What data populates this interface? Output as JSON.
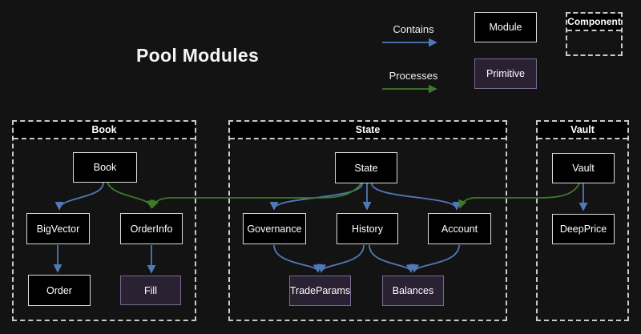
{
  "title": "Pool Modules",
  "legend": {
    "contains": "Contains",
    "processes": "Processes",
    "module": "Module",
    "primitive": "Primitive",
    "component": "Component"
  },
  "containers": {
    "book": {
      "label": "Book"
    },
    "state": {
      "label": "State"
    },
    "vault": {
      "label": "Vault"
    }
  },
  "nodes": {
    "book": "Book",
    "bigvector": "BigVector",
    "orderinfo": "OrderInfo",
    "order": "Order",
    "fill": "Fill",
    "state": "State",
    "governance": "Governance",
    "history": "History",
    "account": "Account",
    "tradeparams": "TradeParams",
    "balances": "Balances",
    "vault": "Vault",
    "deepprice": "DeepPrice"
  },
  "edges": {
    "contains": [
      {
        "from": "Book",
        "to": "BigVector"
      },
      {
        "from": "BigVector",
        "to": "Order"
      },
      {
        "from": "OrderInfo",
        "to": "Fill"
      },
      {
        "from": "State",
        "to": "Governance"
      },
      {
        "from": "State",
        "to": "History"
      },
      {
        "from": "State",
        "to": "Account"
      },
      {
        "from": "Governance",
        "to": "TradeParams"
      },
      {
        "from": "History",
        "to": "TradeParams"
      },
      {
        "from": "History",
        "to": "Balances"
      },
      {
        "from": "Account",
        "to": "Balances"
      },
      {
        "from": "Vault",
        "to": "DeepPrice"
      }
    ],
    "processes": [
      {
        "from": "Book",
        "to": "OrderInfo"
      },
      {
        "from": "State",
        "to": "OrderInfo"
      },
      {
        "from": "Vault",
        "to": "Account"
      }
    ]
  },
  "colors": {
    "background": "#131313",
    "node_fill": "#000000",
    "node_border": "#dcdcdc",
    "primitive_fill": "#2a2133",
    "primitive_border": "#7a6890",
    "container_border": "#c9c9c9",
    "contains_edge": "#5079b8",
    "processes_edge": "#3d7a2a",
    "text": "#ffffff"
  }
}
